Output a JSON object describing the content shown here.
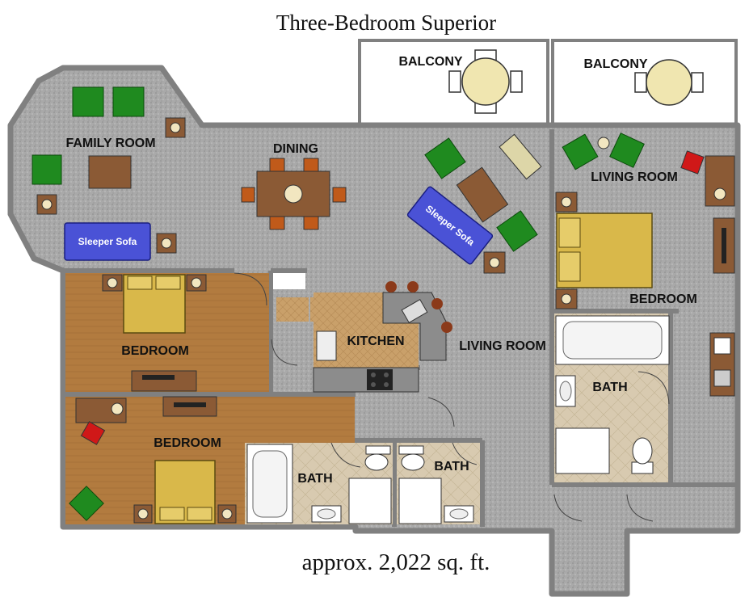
{
  "title": "Three-Bedroom Superior",
  "footer": "approx. 2,022 sq. ft.",
  "rooms": {
    "balcony_left": "BALCONY",
    "balcony_right": "BALCONY",
    "family_room": "FAMILY ROOM",
    "dining": "DINING",
    "living_room_right": "LIVING ROOM",
    "bedroom_right": "BEDROOM",
    "bedroom_left_top": "BEDROOM",
    "kitchen": "KITCHEN",
    "living_room_center": "LIVING ROOM",
    "bath_right": "BATH",
    "bedroom_left_bottom": "BEDROOM",
    "bath_bottom_left": "BATH",
    "bath_bottom_right": "BATH"
  },
  "furniture": {
    "sleeper_sofa_left": "Sleeper Sofa",
    "sleeper_sofa_center": "Sleeper Sofa"
  },
  "colors": {
    "carpet": "#a8a8a8",
    "wall": "#7d7d7d",
    "wood_floor": "#b07a3e",
    "tile": "#d8cbb0",
    "chair_green": "#1f8a1f",
    "bed_gold": "#d9b84a",
    "sofa_blue": "#4a52d6",
    "table_brown": "#8b5a35",
    "counter_gray": "#8c8c8c"
  }
}
